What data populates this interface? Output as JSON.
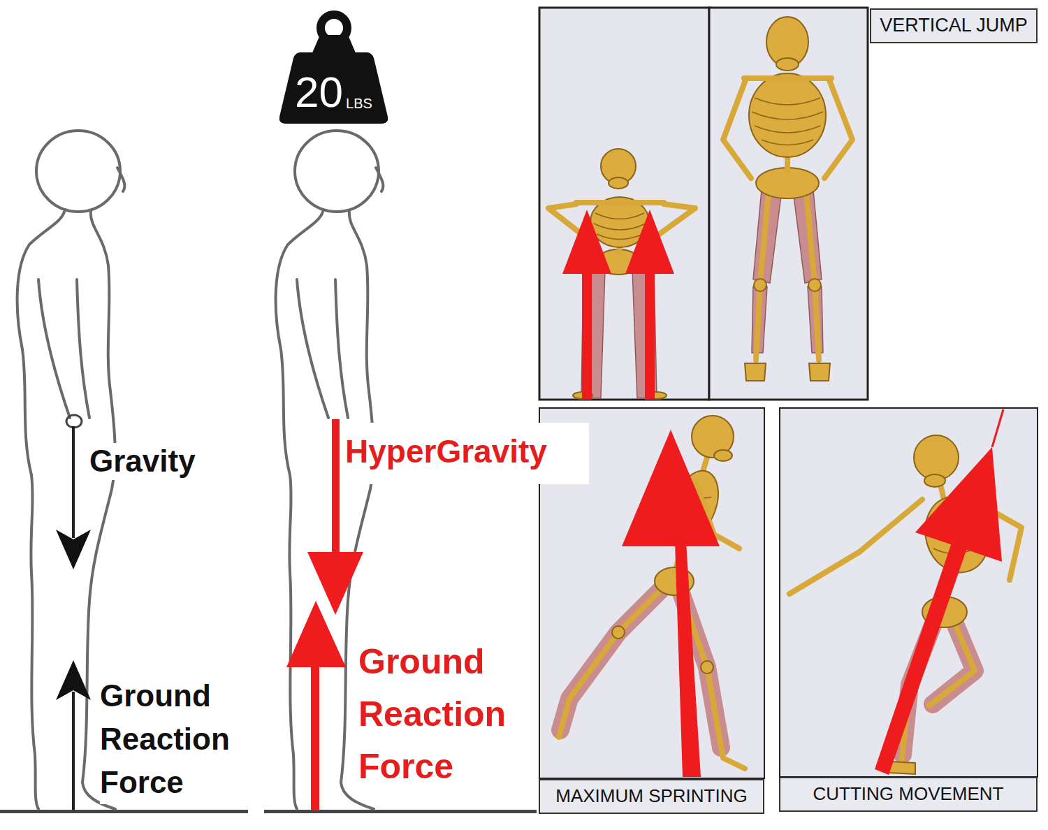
{
  "diagram": {
    "nodes": [
      {
        "text": [
          "20",
          "LBS"
        ]
      },
      {
        "text": [
          "VERTICAL JUMP"
        ]
      },
      {
        "text": [
          "MAXIMUM SPRINTING"
        ]
      },
      {
        "text": [
          "CUTTING MOVEMENT"
        ]
      }
    ],
    "labels": [
      "Gravity",
      "Ground Reaction Force",
      "HyperGravity",
      "Ground Reaction Force"
    ]
  }
}
